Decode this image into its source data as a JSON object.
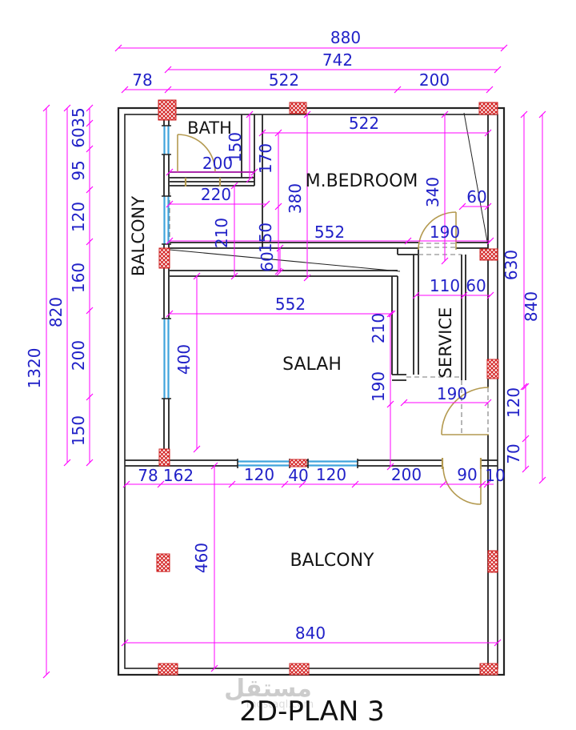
{
  "title": "2D-PLAN 3",
  "watermark": {
    "arabic": "مستقل",
    "domain": "mostaql.com"
  },
  "rooms": {
    "bath": "BATH",
    "master_bedroom": "M.BEDROOM",
    "balcony_left": "BALCONY",
    "salah": "SALAH",
    "service": "SERVICE",
    "balcony_bottom": "BALCONY"
  },
  "dims": {
    "top_total": "880",
    "top_sub": "742",
    "top_left": "78",
    "top_mid": "522",
    "top_right": "200",
    "bedroom_width": "522",
    "bath_height": "150",
    "entry_170": "170",
    "bath_width": "200",
    "hall_220": "220",
    "hall_150": "150",
    "hall_210": "210",
    "bedroom_380": "380",
    "bedroom_340": "340",
    "shaft_60": "60",
    "bedroom_bottom_552": "552",
    "bedroom_door_190": "190",
    "beam_60": "60",
    "right_630": "630",
    "right_840": "840",
    "salah_width_552": "552",
    "salah_400": "400",
    "salah_210": "210",
    "salah_190": "190",
    "service_110": "110",
    "service_60": "60",
    "service_door_190": "190",
    "right_120": "120",
    "right_70": "70",
    "mid_78": "78",
    "mid_162": "162",
    "mid_120a": "120",
    "mid_40": "40",
    "mid_120b": "120",
    "mid_200": "200",
    "mid_90": "90",
    "mid_10": "10",
    "left_1320": "1320",
    "left_820": "820",
    "left_35": "35",
    "left_60": "60",
    "left_95": "95",
    "left_120": "120",
    "left_160": "160",
    "left_200": "200",
    "left_150": "150",
    "balcony_460": "460",
    "balcony_840": "840"
  },
  "colors": {
    "dimension_line": "#ff00ff",
    "dimension_text": "#2121c8",
    "wall": "#222222",
    "window": "#3fa3dc",
    "door": "#b49a50",
    "column": "#cc2222"
  }
}
